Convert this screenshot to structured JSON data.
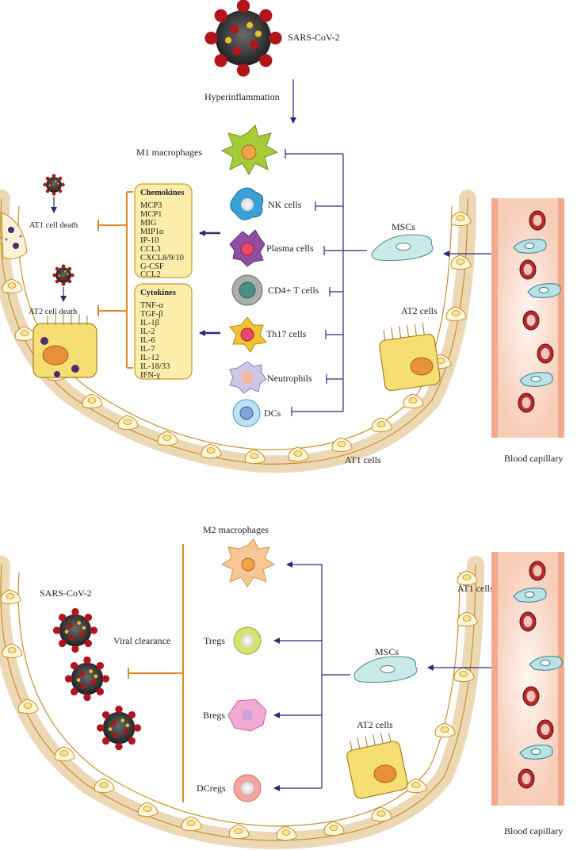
{
  "top": {
    "virus_label": "SARS-CoV-2",
    "hyper_label": "Hyperinflammation",
    "m1_label": "M1 macrophages",
    "immune_cells": [
      "NK cells",
      "Plasma cells",
      "CD4+ T cells",
      "Th17 cells",
      "Neutrophils",
      "DCs"
    ],
    "chemokines_title": "Chemokines",
    "chemokines": [
      "MCP3",
      "MCP1",
      "MIG",
      "MIP1α",
      "IP-10",
      "CCL3",
      "CXCL8/9/10",
      "G-CSF",
      "CCL2"
    ],
    "cytokines_title": "Cytokines",
    "cytokines": [
      "TNF-α",
      "TGF-β",
      "IL-1β",
      "IL-2",
      "IL-6",
      "IL-7",
      "IL-12",
      "IL-18/33",
      "IFN-γ"
    ],
    "at1_death": "AT1 cell death",
    "at2_death": "AT2 cell death",
    "mscs_label": "MSCs",
    "at2_cells": "AT2 cells",
    "at1_cells": "AT1 cells",
    "blood_capillary": "Blood capillary"
  },
  "bottom": {
    "m2_label": "M2 macrophages",
    "virus_label": "SARS-CoV-2",
    "viral_clearance": "Viral clearance",
    "reg_cells": [
      "Tregs",
      "Bregs",
      "DCregs"
    ],
    "at1_cells": "AT1 cells",
    "mscs_label": "MSCs",
    "at2_cells": "AT2 cells",
    "blood_capillary": "Blood capillary"
  },
  "colors": {
    "arrow": "#2b2a7a",
    "inhibit": "#e08a2a",
    "box_fill": "#fbeeaa",
    "box_stroke": "#c89b2a",
    "capillary": "#f6c9b5"
  }
}
